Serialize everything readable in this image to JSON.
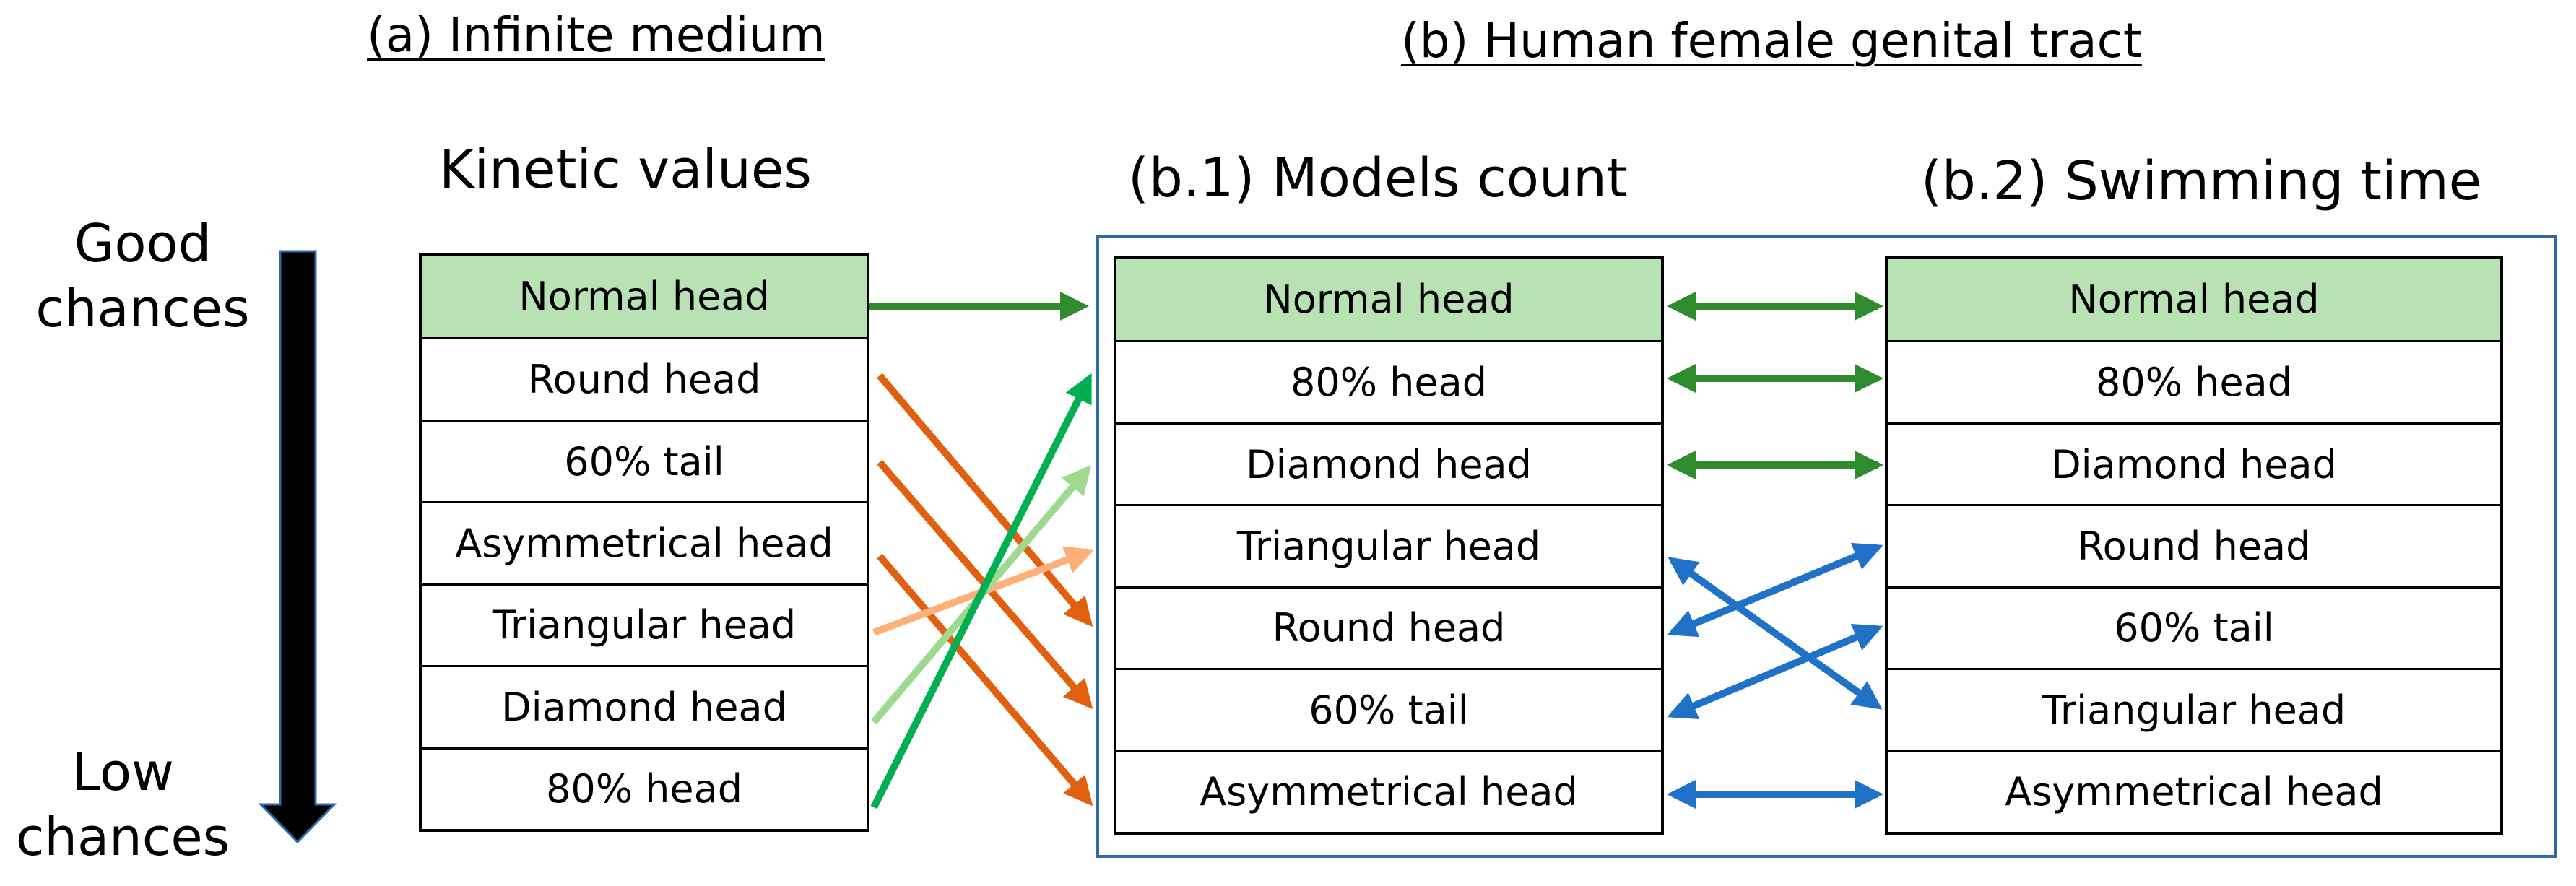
{
  "titles": {
    "a": "(a) Infinite medium",
    "b": "(b) Human female genital tract"
  },
  "headings": {
    "kinetic": "Kinetic values",
    "models": "(b.1) Models count",
    "swimming": "(b.2) Swimming time"
  },
  "scale": {
    "good": [
      "Good",
      "chances"
    ],
    "low": [
      "Low",
      "chances"
    ]
  },
  "tables": {
    "kinetic": [
      "Normal head",
      "Round head",
      "60% tail",
      "Asymmetrical head",
      "Triangular head",
      "Diamond head",
      "80% head"
    ],
    "models": [
      "Normal head",
      "80% head",
      "Diamond head",
      "Triangular head",
      "Round head",
      "60% tail",
      "Asymmetrical head"
    ],
    "swimming": [
      "Normal head",
      "80% head",
      "Diamond head",
      "Round head",
      "60% tail",
      "Triangular head",
      "Asymmetrical head"
    ]
  },
  "colors": {
    "dark_green": "#2e8b2e",
    "bright_green": "#00b050",
    "light_green": "#9fd88f",
    "peach": "#ffb07a",
    "orange": "#e06010",
    "blue": "#1f72c8",
    "frame": "#2f6aa6",
    "header_fill": "#b9e2b4"
  }
}
